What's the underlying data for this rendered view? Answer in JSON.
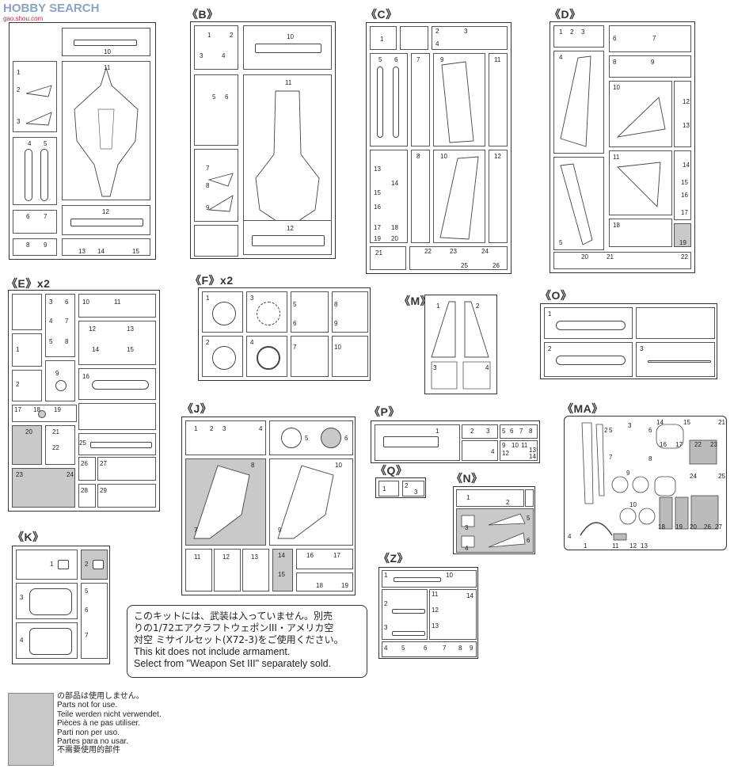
{
  "watermark": {
    "title": "HOBBY SEARCH",
    "sub": "gao.shou.com"
  },
  "sprues": {
    "A": {
      "nums": [
        "10",
        "11",
        "1",
        "2",
        "3",
        "4",
        "5",
        "6",
        "7",
        "8",
        "9",
        "12",
        "13",
        "14",
        "15"
      ]
    },
    "B": {
      "label": "《B》",
      "nums": [
        "1",
        "2",
        "3",
        "4",
        "10",
        "5",
        "6",
        "11",
        "7",
        "8",
        "9",
        "12"
      ]
    },
    "C": {
      "label": "《C》",
      "nums": [
        "1",
        "2",
        "3",
        "4",
        "5",
        "6",
        "7",
        "9",
        "11",
        "8",
        "10",
        "12",
        "13",
        "14",
        "15",
        "16",
        "17",
        "18",
        "19",
        "20",
        "21",
        "22",
        "23",
        "24",
        "25",
        "26"
      ]
    },
    "D": {
      "label": "《D》",
      "nums": [
        "1",
        "2",
        "3",
        "6",
        "7",
        "4",
        "8",
        "9",
        "10",
        "12",
        "13",
        "11",
        "14",
        "15",
        "16",
        "17",
        "18",
        "19",
        "5",
        "20",
        "21",
        "22"
      ]
    },
    "E": {
      "label": "《E》x2",
      "nums": [
        "3",
        "6",
        "4",
        "7",
        "5",
        "8",
        "1",
        "2",
        "9",
        "10",
        "11",
        "12",
        "13",
        "14",
        "15",
        "16",
        "17",
        "18",
        "19",
        "20",
        "21",
        "22",
        "25",
        "26",
        "27",
        "23",
        "24",
        "28",
        "29"
      ]
    },
    "F": {
      "label": "《F》x2",
      "nums": [
        "1",
        "3",
        "5",
        "8",
        "6",
        "9",
        "2",
        "4",
        "7",
        "10"
      ]
    },
    "M": {
      "label": "《M》",
      "nums": [
        "1",
        "2",
        "3",
        "4"
      ]
    },
    "O": {
      "label": "《O》",
      "nums": [
        "1",
        "2",
        "3"
      ]
    },
    "J": {
      "label": "《J》",
      "nums": [
        "1",
        "2",
        "3",
        "4",
        "5",
        "6",
        "8",
        "10",
        "7",
        "9",
        "11",
        "12",
        "13",
        "14",
        "15",
        "16",
        "17",
        "18",
        "19"
      ]
    },
    "P": {
      "label": "《P》",
      "nums": [
        "1",
        "2",
        "3",
        "5",
        "6",
        "7",
        "8",
        "4",
        "9",
        "10",
        "11",
        "12",
        "13",
        "14"
      ]
    },
    "Q": {
      "label": "《Q》",
      "nums": [
        "1",
        "2",
        "3"
      ]
    },
    "N": {
      "label": "《N》",
      "nums": [
        "1",
        "2",
        "3",
        "4",
        "5",
        "6"
      ]
    },
    "MA": {
      "label": "《MA》",
      "nums": [
        "1",
        "2",
        "5",
        "3",
        "6",
        "14",
        "15",
        "21",
        "7",
        "8",
        "16",
        "17",
        "22",
        "23",
        "9",
        "24",
        "25",
        "10",
        "18",
        "19",
        "20",
        "26",
        "27",
        "4",
        "11",
        "12",
        "13"
      ]
    },
    "K": {
      "label": "《K》",
      "nums": [
        "1",
        "2",
        "3",
        "5",
        "6",
        "4",
        "7"
      ]
    },
    "Z": {
      "label": "《Z》",
      "nums": [
        "1",
        "2",
        "3",
        "4",
        "5",
        "6",
        "7",
        "8",
        "9",
        "10",
        "11",
        "12",
        "13",
        "14"
      ]
    }
  },
  "note": {
    "jp1": "このキットには、武装は入っていません。別売",
    "jp2": "りの1/72エアクラフトウェポンIII・アメリカ空",
    "jp3": "対空 ミサイルセット(X72-3)をご使用ください。",
    "en1": "This kit does not include armament.",
    "en2": "Select from \"Weapon Set III\" separately sold."
  },
  "legend": [
    "の部品は使用しません。",
    "Parts not for use.",
    "Teile werden nicht verwendet.",
    "Pièces à ne pas utiliser.",
    "Parti non per uso.",
    "Partes para no usar.",
    "不需要使用的部件"
  ]
}
